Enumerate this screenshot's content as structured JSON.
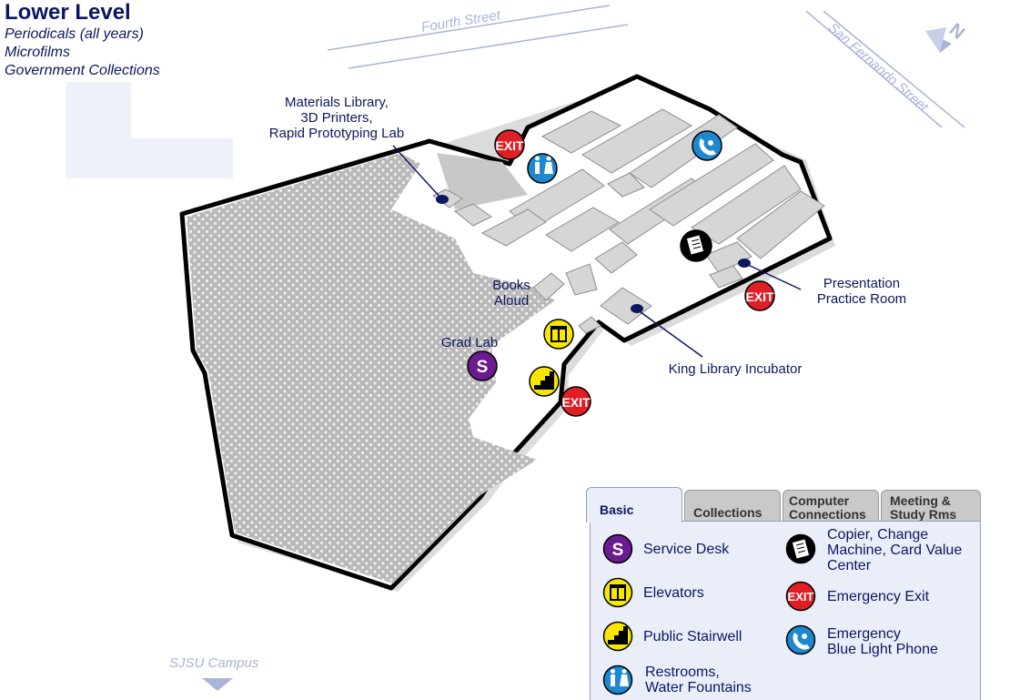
{
  "header": {
    "title": "Lower Level",
    "subtitles": [
      "Periodicals (all years)",
      "Microfilms",
      "Government Collections"
    ]
  },
  "streets": {
    "fourth": "Fourth Street",
    "san_fernando": "San Fernando Street",
    "campus": "SJSU Campus"
  },
  "labels": {
    "materials": [
      "Materials Library,",
      "3D Printers,",
      "Rapid Prototyping Lab"
    ],
    "books_aloud": [
      "Books",
      "Aloud"
    ],
    "grad_lab": "Grad Lab",
    "presentation": [
      "Presentation",
      "Practice Room"
    ],
    "incubator": "King Library Incubator"
  },
  "icon_text": {
    "exit": "EXIT",
    "service": "S"
  },
  "legend": {
    "tabs": [
      {
        "label": "Basic"
      },
      {
        "label": "Collections"
      },
      {
        "label": "Computer Connections",
        "lines": [
          "Computer",
          "Connections"
        ]
      },
      {
        "label": "Meeting & Study Rms",
        "lines": [
          "Meeting &",
          "Study Rms"
        ]
      }
    ],
    "active_tab": "Basic",
    "items": [
      {
        "icon": "service-desk-icon",
        "lines": [
          "Service Desk"
        ]
      },
      {
        "icon": "elevator-icon",
        "lines": [
          "Elevators"
        ]
      },
      {
        "icon": "stairwell-icon",
        "lines": [
          "Public Stairwell"
        ]
      },
      {
        "icon": "restroom-icon",
        "lines": [
          "Restrooms,",
          "Water Fountains"
        ]
      },
      {
        "icon": "copier-icon",
        "lines": [
          "Copier, Change",
          "Machine, Card Value",
          "Center"
        ]
      },
      {
        "icon": "exit-icon",
        "lines": [
          "Emergency Exit"
        ]
      },
      {
        "icon": "blue-light-phone-icon",
        "lines": [
          "Emergency",
          "Blue Light Phone"
        ]
      }
    ]
  },
  "colors": {
    "navy": "#0b1760",
    "exit_red": "#e01e25",
    "service_purple": "#6a1b8f",
    "elevator_yellow": "#f7e600",
    "info_blue": "#1e88cf",
    "room_gray": "#d6d6d6",
    "hatch_gray": "#bdbdbd"
  }
}
